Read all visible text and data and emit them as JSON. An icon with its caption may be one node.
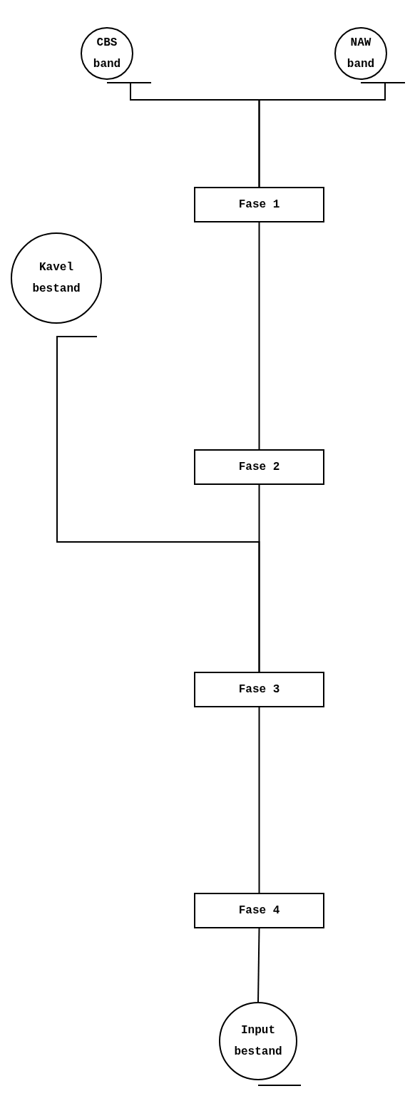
{
  "diagram": {
    "nodes": [
      {
        "text": [
          "CBS band"
        ]
      },
      {
        "text": [
          "NAW band"
        ]
      },
      {
        "text": [
          "Fase 1"
        ]
      },
      {
        "text": [
          "Kavel bestand"
        ]
      },
      {
        "text": [
          "Fase 2"
        ]
      },
      {
        "text": [
          "Fase 3"
        ]
      },
      {
        "text": [
          "Fase 4"
        ]
      },
      {
        "text": [
          "Input bestand"
        ]
      }
    ],
    "edges": [
      {
        "from": 0,
        "to": 2,
        "arrow": "none"
      },
      {
        "from": 1,
        "to": 2,
        "arrow": "none"
      },
      {
        "from": 2,
        "to": 4,
        "arrow": "none"
      },
      {
        "from": 4,
        "to": 5,
        "arrow": "none"
      },
      {
        "from": 3,
        "to": 5,
        "arrow": "none"
      },
      {
        "from": 5,
        "to": 6,
        "arrow": "none"
      },
      {
        "from": 6,
        "to": 7,
        "arrow": "none"
      }
    ]
  }
}
